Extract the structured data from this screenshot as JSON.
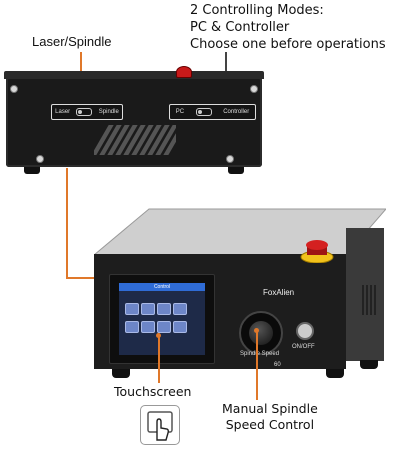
{
  "callouts": {
    "laser_spindle": "Laser/Spindle",
    "modes_line1": "2 Controlling Modes:",
    "modes_line2": "PC & Controller",
    "modes_line3": "Choose one before operations",
    "touchscreen": "Touchscreen",
    "manual_line1": "Manual Spindle",
    "manual_line2": "Speed Control"
  },
  "top_controller": {
    "switch_left_a": "Laser",
    "switch_left_b": "Spindle",
    "switch_right_a": "PC",
    "switch_right_b": "Controller"
  },
  "front_panel": {
    "brand": "FoxAlien",
    "knob_label": "Spindle Speed",
    "power_label": "ON/OFF",
    "screen_title": "Control",
    "bottom_number": "60"
  },
  "colors": {
    "connector": "#e0782a",
    "estop": "#c81a1a",
    "estop_base": "#f2c21b",
    "screen_accent": "#2f6cd6"
  },
  "icons": [
    "touch-hand-icon"
  ]
}
